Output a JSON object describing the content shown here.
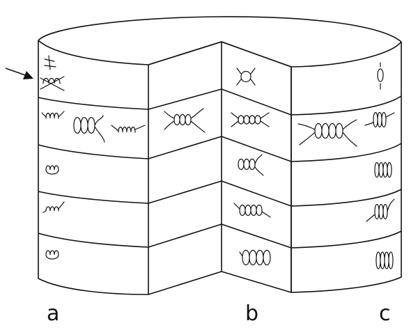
{
  "labels": {
    "a": "a",
    "b": "b",
    "c": "c"
  },
  "colors": {
    "stroke": "#111111",
    "background": "#ffffff"
  },
  "icons": {
    "pointer": "arrow-right-icon"
  }
}
